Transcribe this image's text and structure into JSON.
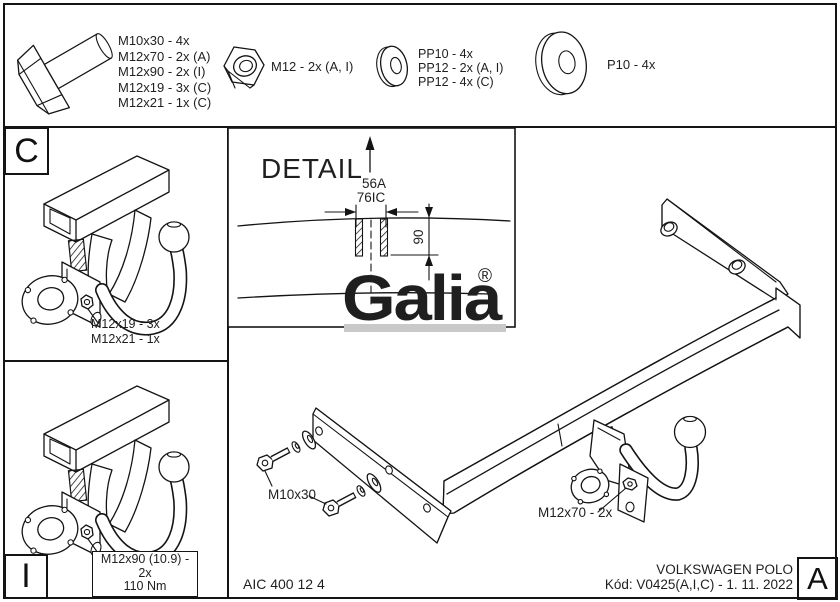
{
  "sheet": {
    "kind": "towbar installation drawing"
  },
  "parts_strip": {
    "bolt": {
      "icon": "hex-bolt",
      "lines": [
        "M10x30 - 4x",
        "M12x70 - 2x (A)",
        "M12x90 - 2x (I)",
        "M12x19 - 3x (C)",
        "M12x21 - 1x (C)"
      ]
    },
    "nut": {
      "icon": "hex-nut",
      "label": "M12 - 2x (A, I)"
    },
    "washer_small": {
      "icon": "flat-washer",
      "lines": [
        "PP10 - 4x",
        "PP12 - 2x (A, I)",
        "PP12 - 4x (C)"
      ]
    },
    "washer_large": {
      "icon": "flat-washer-large",
      "label": "P10 - 4x"
    }
  },
  "section_c": {
    "marker": "C",
    "label_lines": [
      "M12x19 - 3x",
      "M12x21 - 1x"
    ]
  },
  "section_i": {
    "marker": "I",
    "label_lines": [
      "M12x90 (10.9) - 2x",
      "110 Nm"
    ]
  },
  "detail_box": {
    "title": "DETAIL",
    "dim_width_a": "56A",
    "dim_width_ic": "76IC",
    "dim_height": "90"
  },
  "main_drawing": {
    "bolt_label": "M10x30",
    "hook_label": "M12x70 - 2x",
    "doc_number": "AIC 400 12 4"
  },
  "brand": {
    "name": "Galia",
    "registered": "®",
    "color": "#c9c9c9"
  },
  "title_block": {
    "vehicle": "VOLKSWAGEN POLO",
    "code_line": "Kód: V0425(A,I,C) - 1. 11. 2022",
    "zone_marker": "A"
  }
}
